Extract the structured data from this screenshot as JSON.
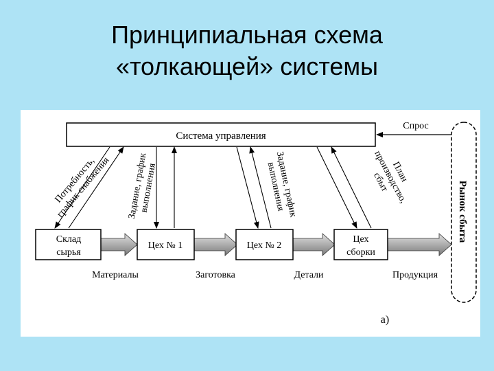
{
  "title": {
    "line1": "Принципиальная схема",
    "line2": "«толкающей» системы"
  },
  "diagram": {
    "control_system": "Система управления",
    "demand": "Спрос",
    "market": "Рынок сбыта",
    "nodes": {
      "warehouse": [
        "Склад",
        "сырья"
      ],
      "shop1": "Цех № 1",
      "shop2": "Цех № 2",
      "assembly": [
        "Цех",
        "сборки"
      ]
    },
    "flows": {
      "materials": "Материалы",
      "blank": "Заготовка",
      "parts": "Детали",
      "products": "Продукция"
    },
    "links": {
      "supply": [
        "Потребность,",
        "график снабжения"
      ],
      "task1": [
        "Задание, график",
        "выполнения"
      ],
      "task2": [
        "Задание, график",
        "выполнения"
      ],
      "production": [
        "План",
        "производство,",
        "сбыт"
      ]
    },
    "caption": "а)"
  }
}
